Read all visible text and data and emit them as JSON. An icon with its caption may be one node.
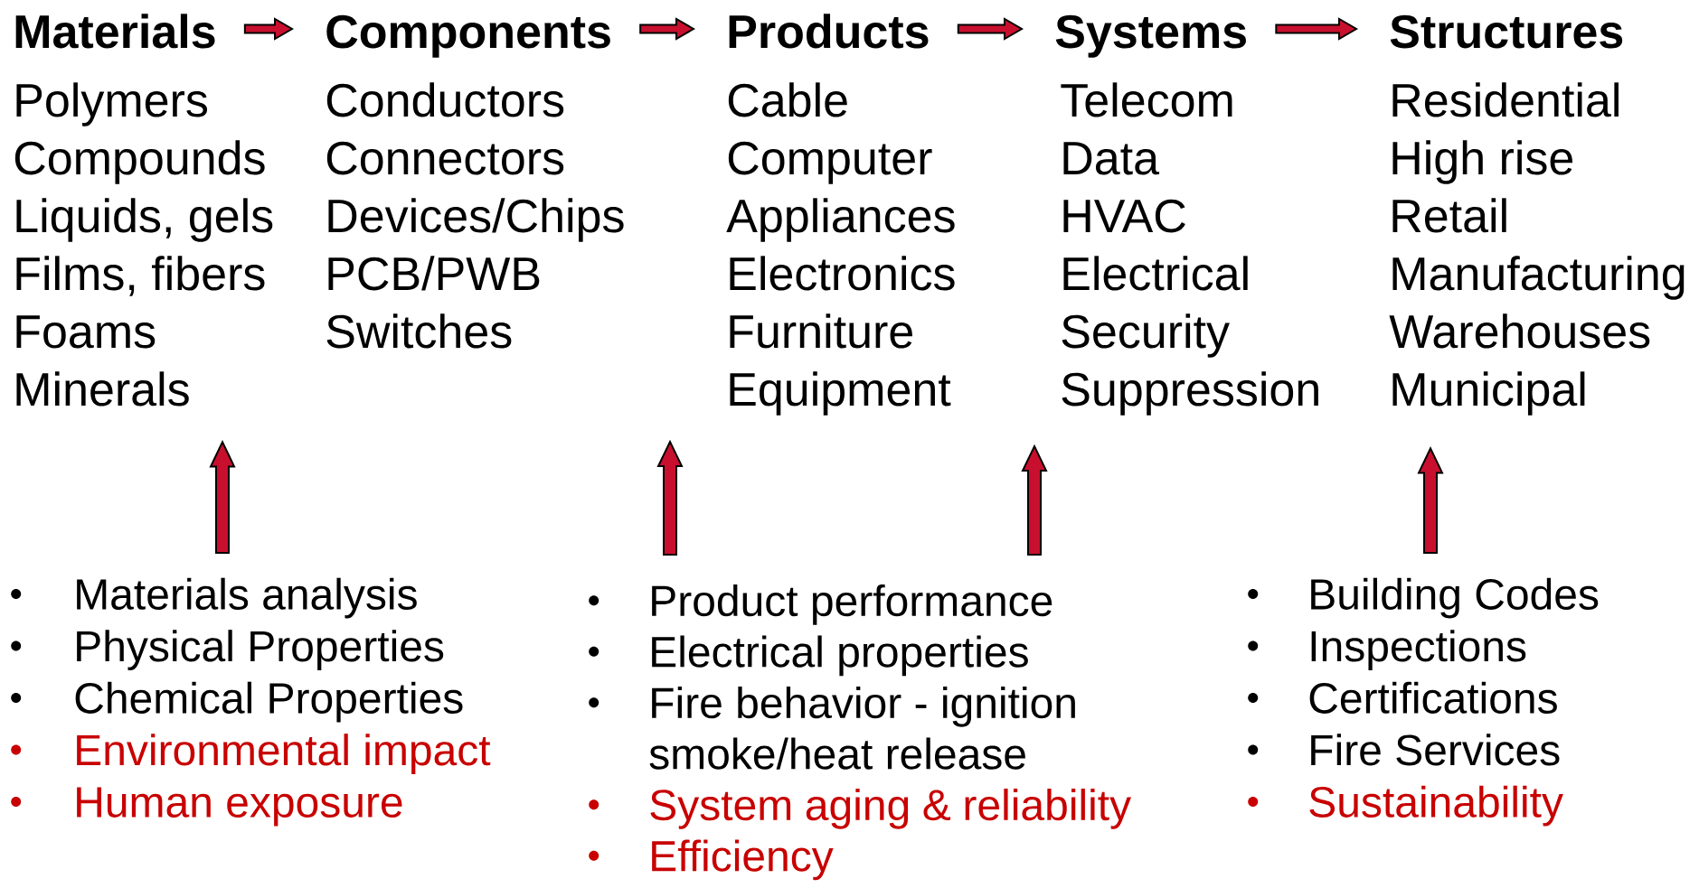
{
  "diagram": {
    "nodes": [
      {
        "text": [
          "Materials"
        ]
      },
      {
        "text": [
          "Components"
        ]
      },
      {
        "text": [
          "Products"
        ]
      },
      {
        "text": [
          "Systems"
        ]
      },
      {
        "text": [
          "Structures"
        ]
      },
      {
        "text": [
          "Polymers",
          "Compounds",
          "Liquids, gels",
          "Films, fibers",
          "Foams",
          "Minerals"
        ]
      },
      {
        "text": [
          "Conductors",
          "Connectors",
          "Devices/Chips",
          "PCB/PWB",
          "Switches"
        ]
      },
      {
        "text": [
          "Cable",
          "Computer",
          "Appliances",
          "Electronics",
          "Furniture",
          "Equipment"
        ]
      },
      {
        "text": [
          "Telecom",
          "Data",
          "HVAC",
          "Electrical",
          "Security",
          "Suppression"
        ]
      },
      {
        "text": [
          "Residential",
          "High rise",
          "Retail",
          "Manufacturing",
          "Warehouses",
          "Municipal"
        ]
      },
      {
        "text": [
          "Materials analysis",
          "Physical Properties",
          "Chemical Properties",
          "Environmental impact",
          "Human exposure"
        ]
      },
      {
        "text": [
          "Product performance",
          "Electrical properties",
          "Fire behavior - ignition smoke/heat release",
          "System aging & reliability",
          "Efficiency"
        ]
      },
      {
        "text": [
          "Building Codes",
          "Inspections",
          "Certifications",
          "Fire Services",
          "Sustainability"
        ]
      }
    ],
    "edges": [
      {
        "from": 0,
        "to": 1,
        "arrow": "to"
      },
      {
        "from": 1,
        "to": 2,
        "arrow": "to"
      },
      {
        "from": 2,
        "to": 3,
        "arrow": "to"
      },
      {
        "from": 3,
        "to": 4,
        "arrow": "to"
      },
      {
        "from": 10,
        "to": 5,
        "arrow": "to"
      },
      {
        "from": 11,
        "to": null,
        "arrow": "to"
      },
      {
        "from": 11,
        "to": null,
        "arrow": "to"
      },
      {
        "from": 12,
        "to": 9,
        "arrow": "to"
      }
    ]
  }
}
